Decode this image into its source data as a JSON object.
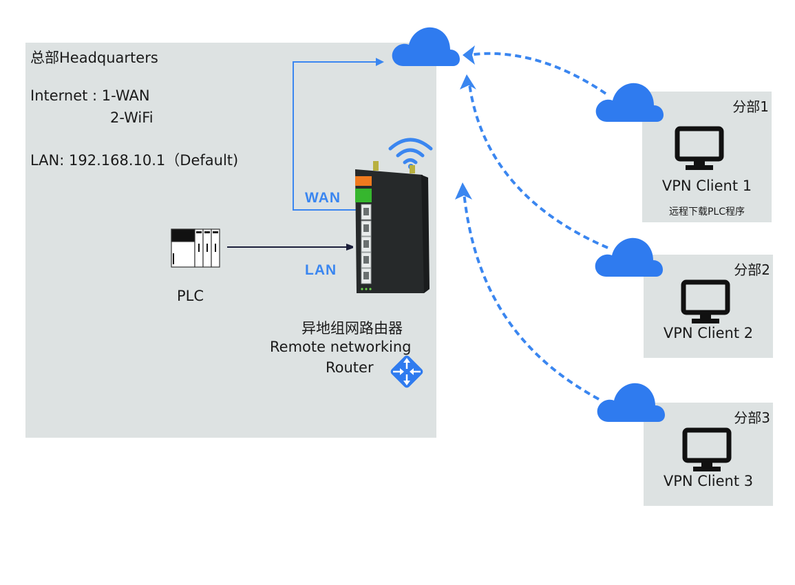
{
  "headquarters": {
    "title": "总部Headquarters",
    "internet_line1": "Internet : 1-WAN",
    "internet_line2": "2-WiFi",
    "lan_line": "LAN: 192.168.10.1（Default)",
    "plc_label": "PLC",
    "wan_label": "WAN",
    "lan_label": "LAN",
    "router_label_cn": "异地组网路由器",
    "router_label_en1": "Remote networking",
    "router_label_en2": "Router"
  },
  "branches": [
    {
      "title": "分部1",
      "client": "VPN Client 1",
      "note": "远程下载PLC程序"
    },
    {
      "title": "分部2",
      "client": "VPN Client 2",
      "note": ""
    },
    {
      "title": "分部3",
      "client": "VPN Client 3",
      "note": ""
    }
  ],
  "colors": {
    "accent_blue": "#2f7bef",
    "panel_gray": "#dde2e2",
    "router_body": "#26292a",
    "port_orange": "#f07a1e",
    "port_green": "#36b62e"
  },
  "icons": {
    "cloud": "cloud-icon",
    "wifi": "wifi-icon",
    "router": "router-icon",
    "plc": "plc-icon",
    "monitor": "monitor-icon"
  }
}
